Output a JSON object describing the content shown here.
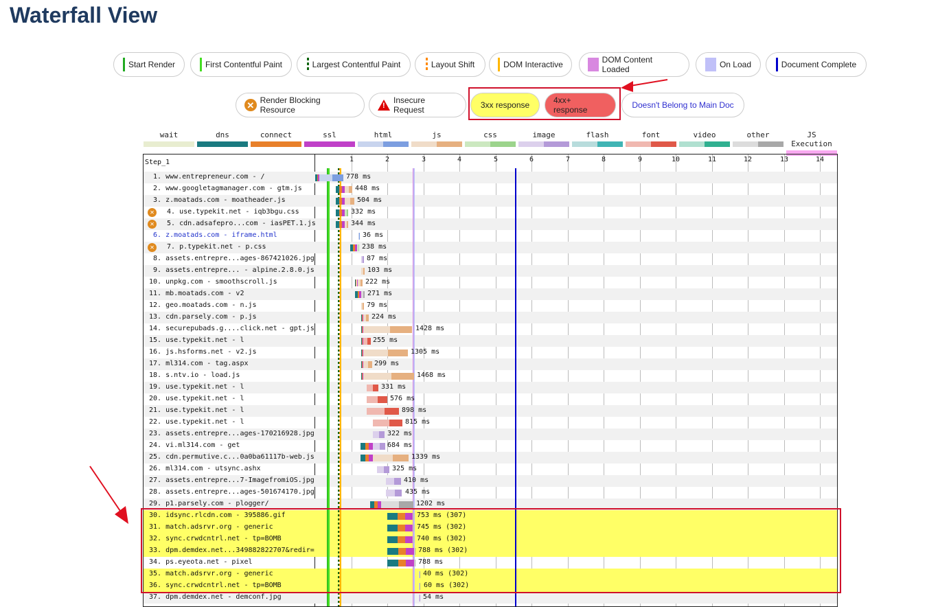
{
  "page_title": "Waterfall View",
  "legend_markers": [
    {
      "label": "Start Render",
      "color": "#22aa22",
      "style": "solid"
    },
    {
      "label": "First Contentful Paint",
      "color": "#44dd22",
      "style": "solid"
    },
    {
      "label": "Largest Contentful Paint",
      "color": "#116611",
      "style": "dashed"
    },
    {
      "label": "Layout Shift",
      "color": "#ff8a00",
      "style": "dashed"
    },
    {
      "label": "DOM Interactive",
      "color": "#ffb700",
      "style": "solid"
    },
    {
      "label": "DOM Content Loaded",
      "color": "#d888e0",
      "style": "wide"
    },
    {
      "label": "On Load",
      "color": "#c0c0f8",
      "style": "wide"
    },
    {
      "label": "Document Complete",
      "color": "#0000cc",
      "style": "solid"
    }
  ],
  "legend_flags": [
    {
      "label": "Render Blocking Resource",
      "icon": "render-blocking-icon"
    },
    {
      "label": "Insecure Request",
      "icon": "warning-icon"
    },
    {
      "label": "3xx response",
      "color": "#ffff66"
    },
    {
      "label": "4xx+ response",
      "color": "#f06060"
    },
    {
      "label": "Doesn't Belong to Main Doc"
    }
  ],
  "timing_legend": [
    {
      "label": "wait",
      "colors": [
        "#e8edd0",
        "#e8edd0"
      ]
    },
    {
      "label": "dns",
      "colors": [
        "#1a7a80",
        "#1a7a80"
      ]
    },
    {
      "label": "connect",
      "colors": [
        "#e8802a",
        "#e8802a"
      ]
    },
    {
      "label": "ssl",
      "colors": [
        "#c040c8",
        "#c040c8"
      ]
    },
    {
      "label": "html",
      "colors": [
        "#c8d4ee",
        "#7c9ee0"
      ]
    },
    {
      "label": "js",
      "colors": [
        "#f0dcc8",
        "#e6b080"
      ]
    },
    {
      "label": "css",
      "colors": [
        "#cce8c0",
        "#9cd48c"
      ]
    },
    {
      "label": "image",
      "colors": [
        "#dcd0ec",
        "#b49ad8"
      ]
    },
    {
      "label": "flash",
      "colors": [
        "#b8dcdc",
        "#40b4b4"
      ]
    },
    {
      "label": "font",
      "colors": [
        "#f0b8b0",
        "#e05848"
      ]
    },
    {
      "label": "video",
      "colors": [
        "#b0e0d0",
        "#30b090"
      ]
    },
    {
      "label": "other",
      "colors": [
        "#dcdcdc",
        "#a8a8a8"
      ]
    },
    {
      "label": "JS Execution",
      "colors": [
        "#f8a8f0",
        "#f8a8f0"
      ]
    }
  ],
  "waterfall": {
    "step": "Step_1",
    "ticks": [
      "1",
      "2",
      "3",
      "4",
      "5",
      "6",
      "7",
      "8",
      "9",
      "10",
      "11",
      "12",
      "13",
      "14"
    ],
    "events": {
      "start_render_s": 0.32,
      "fcp_s": 0.34,
      "lcp_s": 0.62,
      "layout_shift_s": 0.67,
      "dom_interactive_s": 0.69,
      "dom_content_loaded_s": 2.7,
      "on_load_s": 2.72,
      "document_complete_s": 5.55
    },
    "requests": [
      {
        "label": " 1. www.entrepreneur.com - /",
        "time": "778 ms",
        "start": 0.0,
        "dur": 0.78,
        "type": "html",
        "pre": 0.12
      },
      {
        "label": " 2. www.googletagmanager.com - gtm.js",
        "time": "448 ms",
        "start": 0.58,
        "dur": 0.45,
        "type": "js",
        "pre": 0.24
      },
      {
        "label": " 3. z.moatads.com - moatheader.js",
        "time": "504 ms",
        "start": 0.58,
        "dur": 0.5,
        "type": "js",
        "pre": 0.24
      },
      {
        "label": " 4. use.typekit.net - iqb3bgu.css",
        "time": "332 ms",
        "start": 0.58,
        "dur": 0.33,
        "type": "css",
        "pre": 0.24,
        "rb": true
      },
      {
        "label": " 5. cdn.adsafepro...com - iasPET.1.js",
        "time": "344 ms",
        "start": 0.58,
        "dur": 0.34,
        "type": "js",
        "pre": 0.24,
        "rb": true
      },
      {
        "label": " 6. z.moatads.com - iframe.html",
        "time": "36 ms",
        "start": 1.2,
        "dur": 0.04,
        "type": "html",
        "pre": 0,
        "blue": true
      },
      {
        "label": " 7. p.typekit.net - p.css",
        "time": "238 ms",
        "start": 0.97,
        "dur": 0.24,
        "type": "css",
        "pre": 0.2,
        "rb": true
      },
      {
        "label": " 8. assets.entrepre...ages-867421026.jpg",
        "time": "87 ms",
        "start": 1.27,
        "dur": 0.09,
        "type": "image",
        "pre": 0
      },
      {
        "label": " 9. assets.entrepre... - alpine.2.8.0.js",
        "time": "103 ms",
        "start": 1.27,
        "dur": 0.1,
        "type": "js",
        "pre": 0
      },
      {
        "label": "10. unpkg.com - smoothscroll.js",
        "time": "222 ms",
        "start": 1.1,
        "dur": 0.22,
        "type": "js",
        "pre": 0.08
      },
      {
        "label": "11. mb.moatads.com - v2",
        "time": "271 ms",
        "start": 1.1,
        "dur": 0.27,
        "type": "other",
        "pre": 0.18
      },
      {
        "label": "12. geo.moatads.com - n.js",
        "time": "79 ms",
        "start": 1.27,
        "dur": 0.08,
        "type": "js",
        "pre": 0
      },
      {
        "label": "13. cdn.parsely.com - p.js",
        "time": "224 ms",
        "start": 1.27,
        "dur": 0.22,
        "type": "js",
        "pre": 0.06
      },
      {
        "label": "14. securepubads.g....click.net - gpt.js",
        "time": "1428 ms",
        "start": 1.27,
        "dur": 1.43,
        "type": "js",
        "pre": 0.06
      },
      {
        "label": "15. use.typekit.net - l",
        "time": "255 ms",
        "start": 1.27,
        "dur": 0.26,
        "type": "font",
        "pre": 0.06
      },
      {
        "label": "16. js.hsforms.net - v2.js",
        "time": "1305 ms",
        "start": 1.27,
        "dur": 1.3,
        "type": "js",
        "pre": 0.06
      },
      {
        "label": "17. ml314.com - tag.aspx",
        "time": "299 ms",
        "start": 1.27,
        "dur": 0.3,
        "type": "js",
        "pre": 0.06
      },
      {
        "label": "18. s.ntv.io - load.js",
        "time": "1468 ms",
        "start": 1.27,
        "dur": 1.47,
        "type": "js",
        "pre": 0.06
      },
      {
        "label": "19. use.typekit.net - l",
        "time": "331 ms",
        "start": 1.42,
        "dur": 0.33,
        "type": "font",
        "pre": 0
      },
      {
        "label": "20. use.typekit.net - l",
        "time": "576 ms",
        "start": 1.42,
        "dur": 0.58,
        "type": "font",
        "pre": 0
      },
      {
        "label": "21. use.typekit.net - l",
        "time": "898 ms",
        "start": 1.42,
        "dur": 0.9,
        "type": "font",
        "pre": 0
      },
      {
        "label": "22. use.typekit.net - l",
        "time": "815 ms",
        "start": 1.6,
        "dur": 0.82,
        "type": "font",
        "pre": 0
      },
      {
        "label": "23. assets.entrepre...ages-170216928.jpg",
        "time": "322 ms",
        "start": 1.6,
        "dur": 0.32,
        "type": "image",
        "pre": 0
      },
      {
        "label": "24. vi.ml314.com - get",
        "time": "684 ms",
        "start": 1.25,
        "dur": 0.68,
        "type": "image",
        "pre": 0.35
      },
      {
        "label": "25. cdn.permutive.c...0a0ba61117b-web.js",
        "time": "1339 ms",
        "start": 1.25,
        "dur": 1.34,
        "type": "js",
        "pre": 0.35
      },
      {
        "label": "26. ml314.com - utsync.ashx",
        "time": "325 ms",
        "start": 1.72,
        "dur": 0.33,
        "type": "image",
        "pre": 0
      },
      {
        "label": "27. assets.entrepre...7-ImagefromiOS.jpg",
        "time": "410 ms",
        "start": 1.97,
        "dur": 0.41,
        "type": "image",
        "pre": 0
      },
      {
        "label": "28. assets.entrepre...ages-501674170.jpg",
        "time": "435 ms",
        "start": 1.97,
        "dur": 0.44,
        "type": "image",
        "pre": 0
      },
      {
        "label": "29. p1.parsely.com - plogger/",
        "time": "1202 ms",
        "start": 1.52,
        "dur": 1.2,
        "type": "other",
        "pre": 0.3
      },
      {
        "label": "30. idsync.rlcdn.com - 395886.gif",
        "time": "753 ms (307)",
        "start": 2.0,
        "dur": 0.75,
        "type": "other",
        "pre": 0.7,
        "redirect": true
      },
      {
        "label": "31. match.adsrvr.org - generic",
        "time": "745 ms (302)",
        "start": 2.0,
        "dur": 0.75,
        "type": "other",
        "pre": 0.7,
        "redirect": true
      },
      {
        "label": "32. sync.crwdcntrl.net - tp=BOMB",
        "time": "740 ms (302)",
        "start": 2.0,
        "dur": 0.74,
        "type": "other",
        "pre": 0.7,
        "redirect": true
      },
      {
        "label": "33. dpm.demdex.net...349882822707&redir=",
        "time": "788 ms (302)",
        "start": 2.0,
        "dur": 0.79,
        "type": "other",
        "pre": 0.74,
        "redirect": true
      },
      {
        "label": "34. ps.eyeota.net - pixel",
        "time": "788 ms",
        "start": 2.0,
        "dur": 0.79,
        "type": "other",
        "pre": 0.74
      },
      {
        "label": "35. match.adsrvr.org - generic",
        "time": "40 ms (302)",
        "start": 2.87,
        "dur": 0.04,
        "type": "other",
        "pre": 0,
        "redirect": true
      },
      {
        "label": "36. sync.crwdcntrl.net - tp=BOMB",
        "time": "60 ms (302)",
        "start": 2.87,
        "dur": 0.06,
        "type": "other",
        "pre": 0,
        "redirect": true
      },
      {
        "label": "37. dpm.demdex.net - demconf.jpg",
        "time": "54 ms",
        "start": 2.87,
        "dur": 0.05,
        "type": "image",
        "pre": 0
      }
    ]
  }
}
